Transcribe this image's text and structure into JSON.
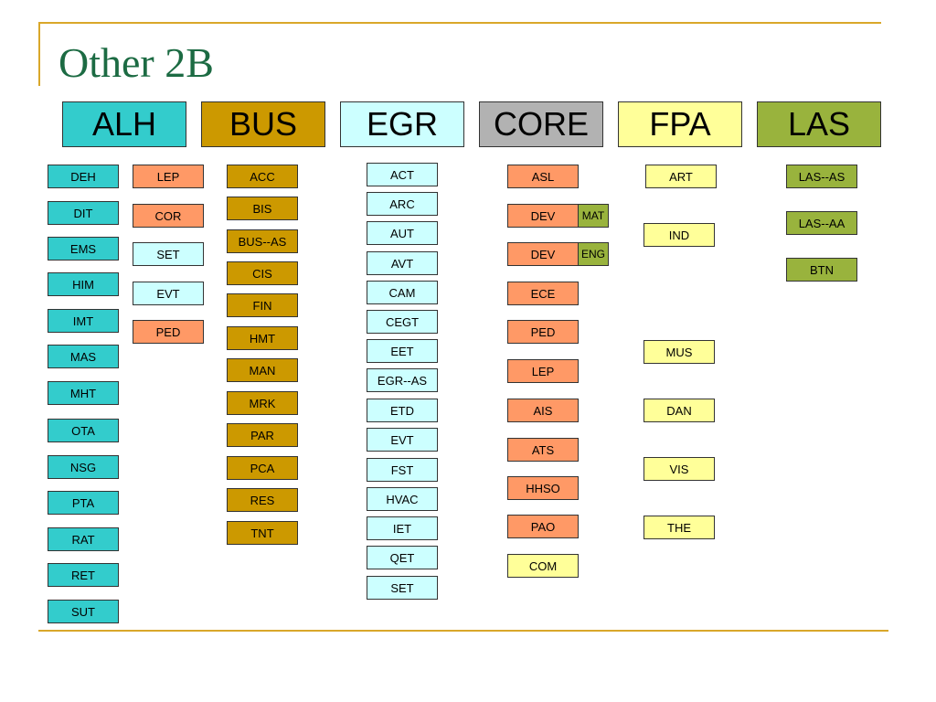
{
  "title": "Other 2B",
  "colors": {
    "ALH": "#33cccc",
    "BUS": "#cc9900",
    "EGR": "#ccffff",
    "CORE": "#b2b2b2",
    "CORE_item": "#ff9966",
    "FPA": "#ffff99",
    "LAS": "#99b33d",
    "frame": "#d9a72a",
    "title": "#1c6b43"
  },
  "headers": [
    "ALH",
    "BUS",
    "EGR",
    "CORE",
    "FPA",
    "LAS"
  ],
  "alh": [
    "DEH",
    "DIT",
    "EMS",
    "HIM",
    "IMT",
    "MAS",
    "MHT",
    "OTA",
    "NSG",
    "PTA",
    "RAT",
    "RET",
    "SUT"
  ],
  "alh2": [
    "LEP",
    "COR",
    "SET",
    "EVT",
    "PED"
  ],
  "bus": [
    "ACC",
    "BIS",
    "BUS--AS",
    "CIS",
    "FIN",
    "HMT",
    "MAN",
    "MRK",
    "PAR",
    "PCA",
    "RES",
    "TNT"
  ],
  "egr": [
    "ACT",
    "ARC",
    "AUT",
    "AVT",
    "CAM",
    "CEGT",
    "EET",
    "EGR--AS",
    "ETD",
    "EVT",
    "FST",
    "HVAC",
    "IET",
    "QET",
    "SET"
  ],
  "core": [
    "ASL",
    "DEV",
    "DEV",
    "ECE",
    "PED",
    "LEP",
    "AIS",
    "ATS",
    "HHSO",
    "PAO",
    "COM"
  ],
  "core_sub": [
    "MAT",
    "ENG"
  ],
  "fpa": [
    "ART",
    "IND",
    "MUS",
    "DAN",
    "VIS",
    "THE"
  ],
  "las": [
    "LAS--AS",
    "LAS--AA",
    "BTN"
  ]
}
